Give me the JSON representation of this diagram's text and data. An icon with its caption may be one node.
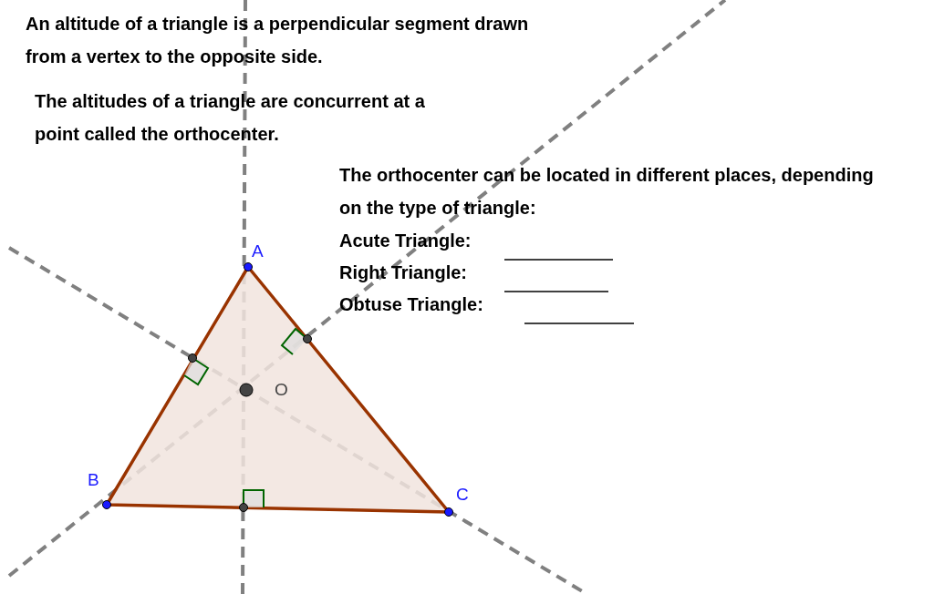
{
  "diagram": {
    "labels": [
      "An altitude of a triangle is a perpendicular segment drawn from a vertex to the opposite side.",
      "The altitudes of a triangle are concurrent at a point called the orthocenter.",
      "The orthocenter can be located in different places, depending on the type of triangle:",
      "Acute Triangle:",
      "Right Triangle:",
      "Obtuse Triangle:",
      "A",
      "B",
      "C",
      "O"
    ]
  }
}
